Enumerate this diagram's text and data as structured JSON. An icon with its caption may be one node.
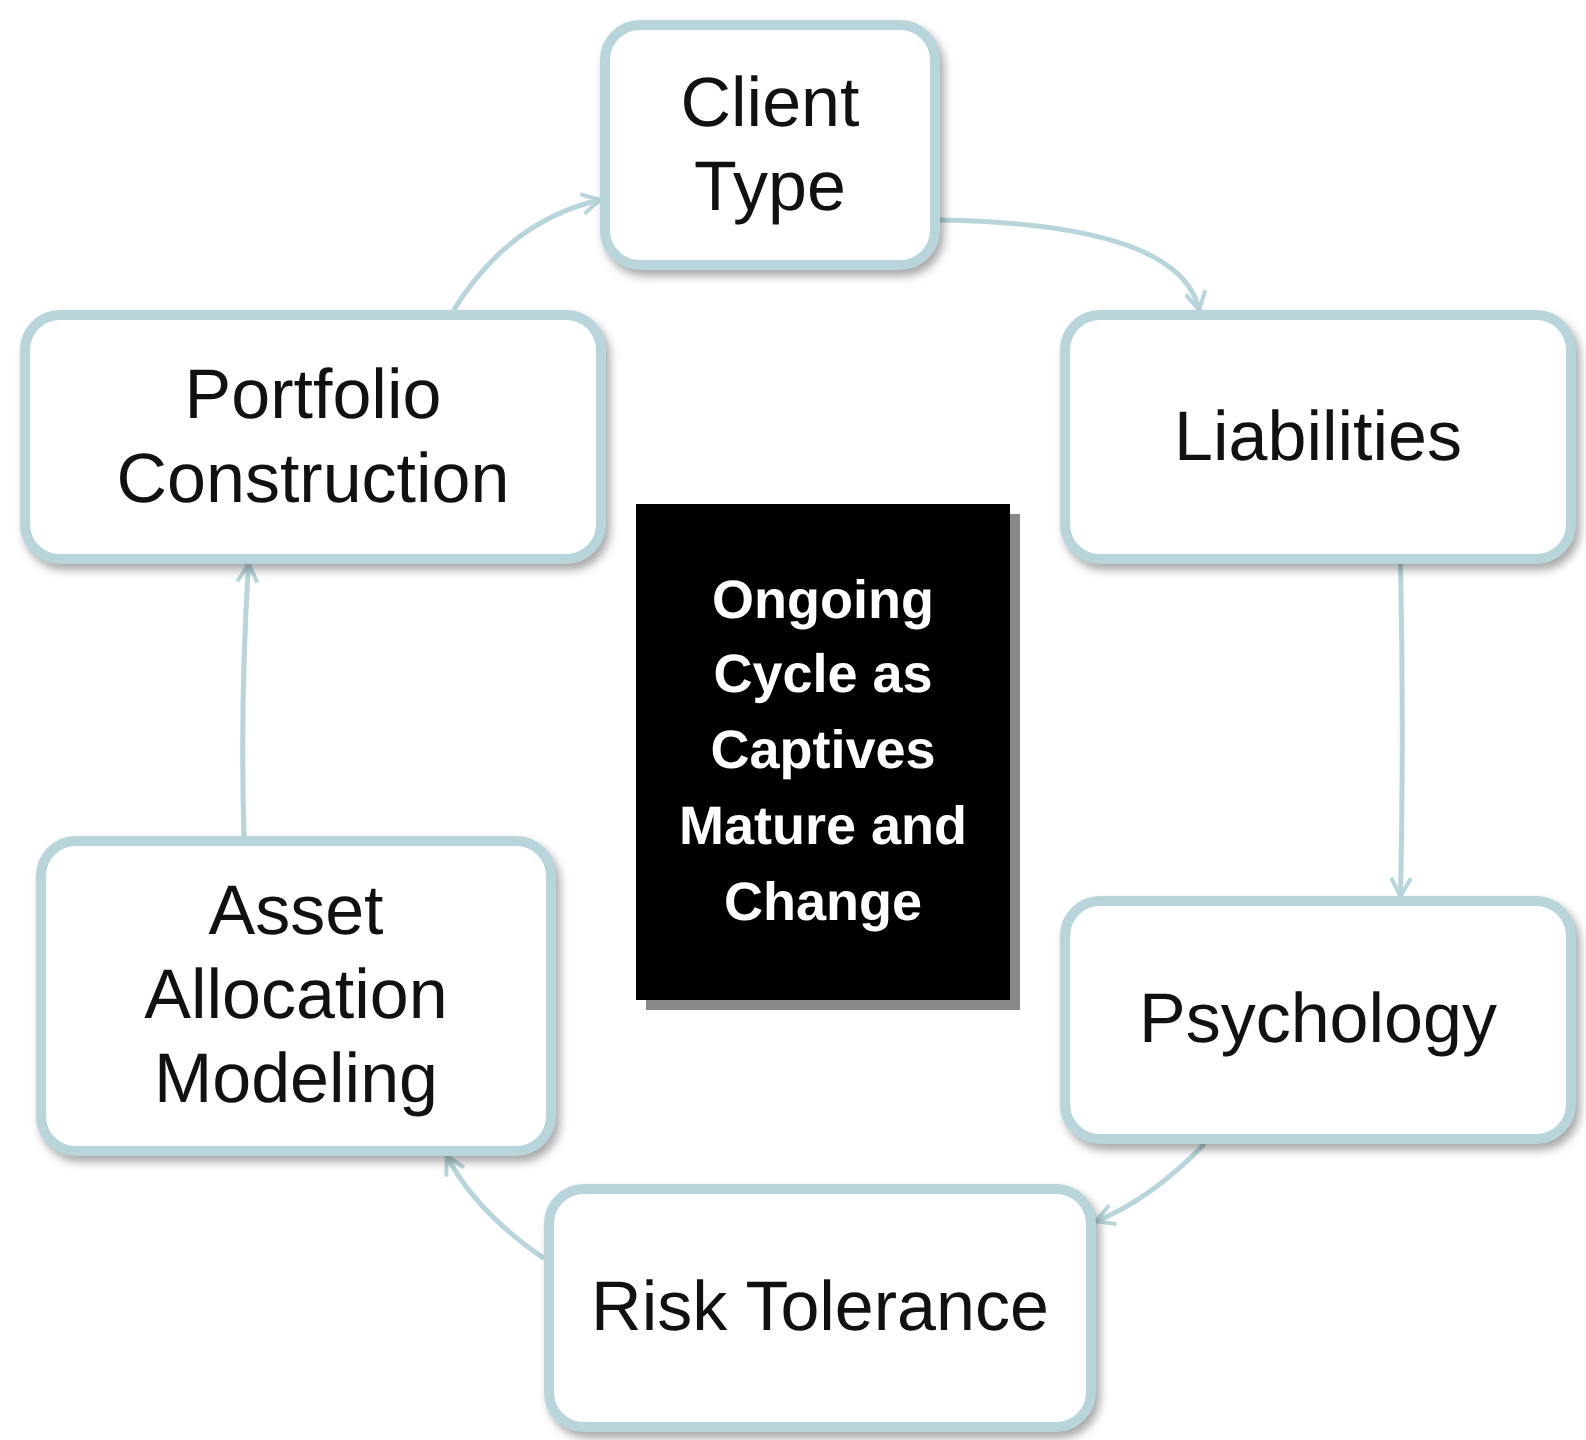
{
  "diagram": {
    "nodes": [
      {
        "text": [
          "Client Type"
        ]
      },
      {
        "text": [
          "Liabilities"
        ]
      },
      {
        "text": [
          "Psychology"
        ]
      },
      {
        "text": [
          "Risk Tolerance"
        ]
      },
      {
        "text": [
          "Asset Allocation Modeling"
        ]
      },
      {
        "text": [
          "Portfolio Construction"
        ]
      },
      {
        "text": [
          "Ongoing Cycle as Captives Mature and Change"
        ]
      }
    ],
    "edges": [
      {
        "from": 0,
        "to": 1,
        "arrow": "to"
      },
      {
        "from": 1,
        "to": 2,
        "arrow": "to"
      },
      {
        "from": 2,
        "to": 3,
        "arrow": "to"
      },
      {
        "from": 3,
        "to": 4,
        "arrow": "to"
      },
      {
        "from": 4,
        "to": 5,
        "arrow": "to"
      },
      {
        "from": 5,
        "to": 0,
        "arrow": "to"
      }
    ]
  }
}
